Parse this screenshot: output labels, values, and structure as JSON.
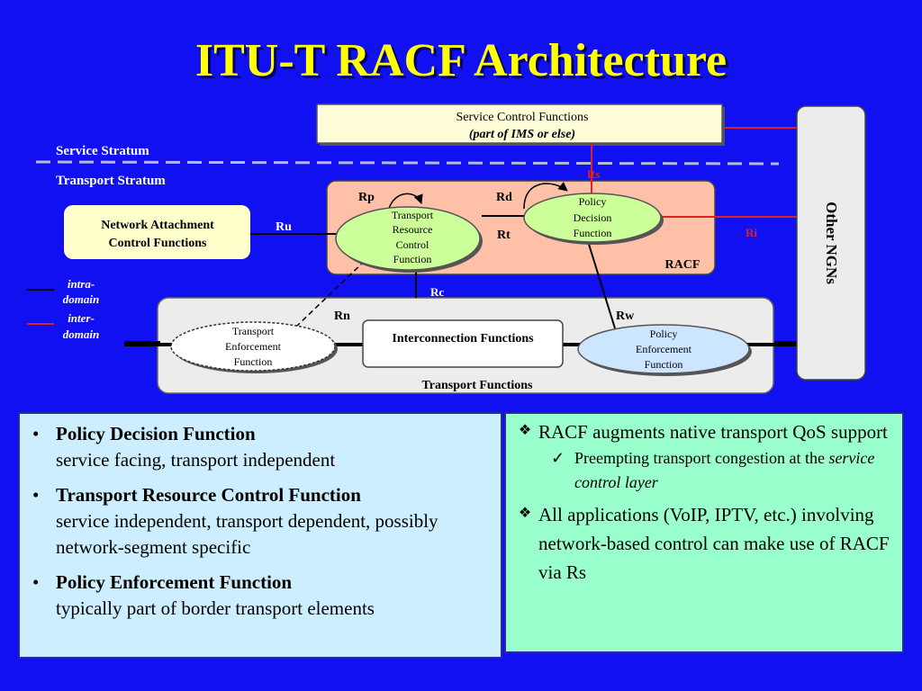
{
  "title": "ITU-T RACF Architecture",
  "diagram": {
    "service_control": "Service Control Functions",
    "service_control_sub": "(part of IMS or else)",
    "service_stratum": "Service Stratum",
    "transport_stratum": "Transport Stratum",
    "nacf_line1": "Network Attachment",
    "nacf_line2": "Control Functions",
    "trcf": [
      "Transport",
      "Resource",
      "Control",
      "Function"
    ],
    "pdf": [
      "Policy",
      "Decision",
      "Function"
    ],
    "racf": "RACF",
    "other_ngns": "Other NGNs",
    "tef": [
      "Transport",
      "Enforcement",
      "Function"
    ],
    "interconnection": "Interconnection Functions",
    "pef": [
      "Policy",
      "Enforcement",
      "Function"
    ],
    "transport_functions": "Transport Functions",
    "ref_rs": "Rs",
    "ref_rp": "Rp",
    "ref_rd": "Rd",
    "ref_rt": "Rt",
    "ref_ru": "Ru",
    "ref_ri": "Ri",
    "ref_rc": "Rc",
    "ref_rn": "Rn",
    "ref_rw": "Rw",
    "legend_intra": [
      "intra-",
      "domain"
    ],
    "legend_inter": [
      "inter-",
      "domain"
    ],
    "colors": {
      "intra": "#000000",
      "inter": "#dd2222"
    }
  },
  "left_panel": {
    "items": [
      {
        "title": "Policy Decision Function",
        "desc": "service facing, transport independent"
      },
      {
        "title": "Transport Resource Control Function",
        "desc": "service independent, transport dependent, possibly network-segment specific"
      },
      {
        "title": "Policy Enforcement Function",
        "desc": "typically part of border transport elements"
      }
    ]
  },
  "right_panel": {
    "p1": "RACF augments native transport QoS support",
    "sub_prefix": "Preempting transport congestion at the ",
    "sub_em": "service control layer",
    "p2": "All applications (VoIP, IPTV, etc.) involving network-based control can make use of RACF via Rs"
  }
}
